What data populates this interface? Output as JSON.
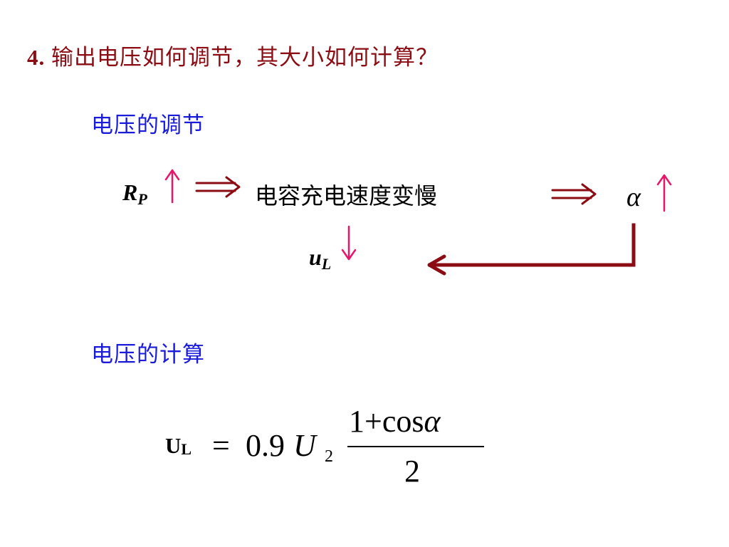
{
  "title": {
    "number": "4.",
    "text": "输出电压如何调节，其大小如何计算？"
  },
  "sections": {
    "regulation": "电压的调节",
    "calculation": "电压的计算"
  },
  "flow": {
    "rp_var": "R",
    "rp_sub": "P",
    "middle_text": "电容充电速度变慢",
    "alpha": "α",
    "ul_var": "u",
    "ul_sub": "L"
  },
  "formula": {
    "lhs": "U",
    "lhs_sub": "L",
    "equals": "=",
    "coefficient": "0.9",
    "u_var": "U",
    "u_sub": "2",
    "numerator_main": "1+cos",
    "numerator_alpha": "α",
    "denominator": "2"
  },
  "colors": {
    "title": "#8b0d13",
    "heading": "#1b1bdc",
    "up_down_arrows": "#e8166b",
    "flow_arrows": "#8b0d13",
    "text": "#000000"
  }
}
